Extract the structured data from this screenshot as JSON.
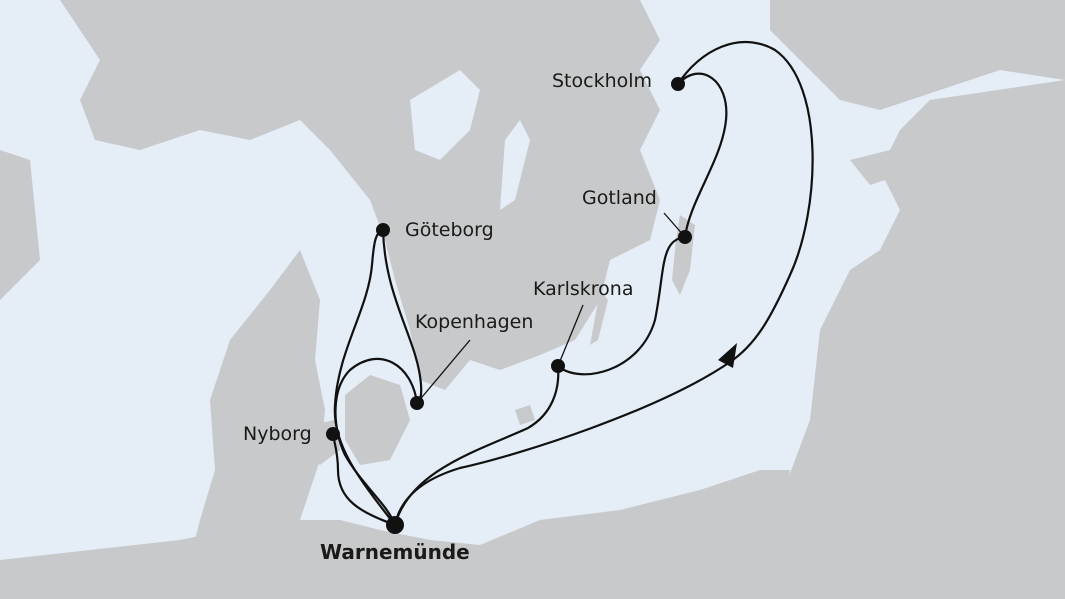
{
  "map": {
    "colors": {
      "sea": "#e5edf6",
      "land": "#c8c9ca",
      "route": "#111111"
    },
    "ports": [
      {
        "name": "Warnemünde",
        "role": "start-end"
      },
      {
        "name": "Nyborg"
      },
      {
        "name": "Göteborg"
      },
      {
        "name": "Kopenhagen"
      },
      {
        "name": "Karlskrona"
      },
      {
        "name": "Gotland"
      },
      {
        "name": "Stockholm"
      }
    ]
  }
}
